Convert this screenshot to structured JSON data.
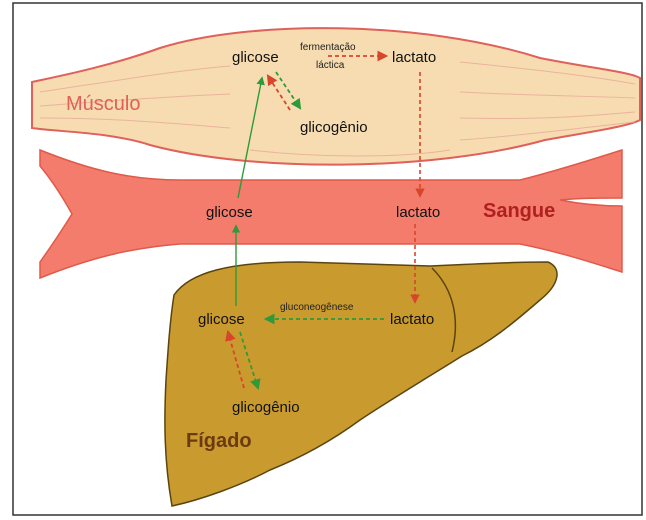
{
  "organs": {
    "muscle": "Músculo",
    "blood": "Sangue",
    "liver": "Fígado"
  },
  "muscle": {
    "glucose": "glicose",
    "lactate": "lactato",
    "glycogen": "glicogênio",
    "process_line1": "fermentação",
    "process_line2": "láctica"
  },
  "blood": {
    "glucose": "glicose",
    "lactate": "lactato"
  },
  "liver": {
    "glucose": "glicose",
    "lactate": "lactato",
    "glycogen": "glicogênio",
    "process": "gluconeogênese"
  },
  "colors": {
    "muscle_fill": "#f6dcb0",
    "muscle_stroke": "#e0605a",
    "blood_fill": "#f47c6c",
    "liver_fill": "#c99a2e",
    "liver_stroke": "#5a4410",
    "green_arrow": "#2e9a3a",
    "red_arrow": "#d9452b",
    "organ_red": "#e0605a",
    "organ_dark_red": "#b02020",
    "organ_brown": "#6b3a12"
  }
}
